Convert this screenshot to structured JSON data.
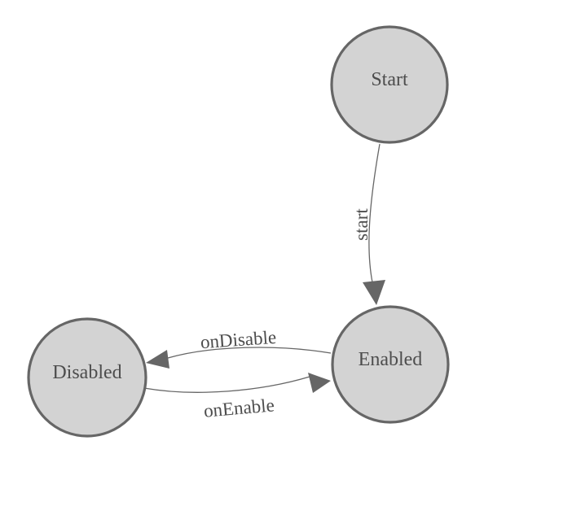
{
  "diagram": {
    "type": "state-machine",
    "background": "#ffffff",
    "colors": {
      "node_fill": "#d3d3d3",
      "node_border": "#666666",
      "edge": "#666666",
      "arrowhead": "#666666",
      "label_text": "#4d4d4d"
    },
    "nodes": [
      {
        "id": "start",
        "label": "Start"
      },
      {
        "id": "enabled",
        "label": "Enabled"
      },
      {
        "id": "disabled",
        "label": "Disabled"
      }
    ],
    "edges": [
      {
        "from": "start",
        "to": "enabled",
        "label": "start"
      },
      {
        "from": "enabled",
        "to": "disabled",
        "label": "onDisable"
      },
      {
        "from": "disabled",
        "to": "enabled",
        "label": "onEnable"
      }
    ]
  }
}
